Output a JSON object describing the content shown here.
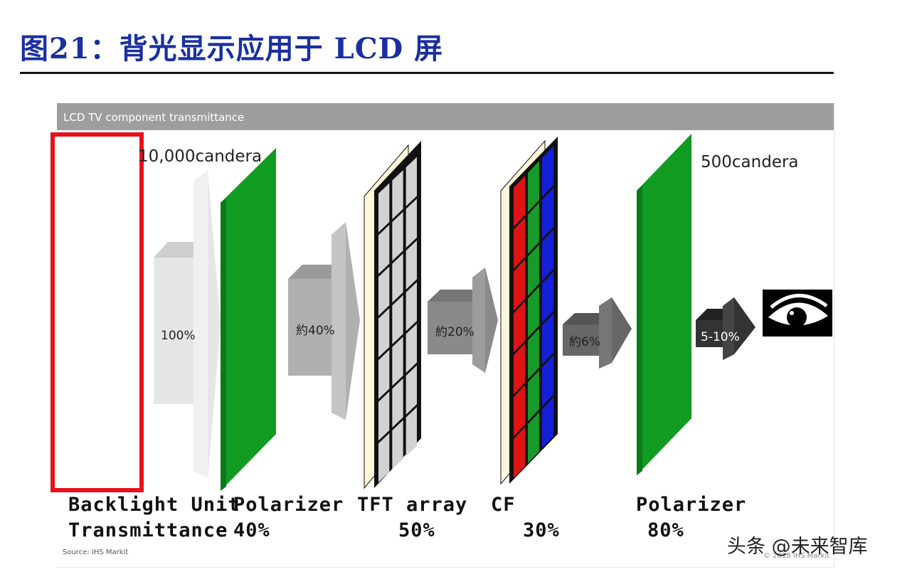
{
  "figure": {
    "title": "图21：背光显示应用于 LCD 屏",
    "panel_title": "LCD TV  component transmittance"
  },
  "candela": {
    "input": "10,000candera",
    "output": "500candera"
  },
  "arrows": [
    {
      "label": "100%",
      "color": "#dedede"
    },
    {
      "label": "約40%",
      "color": "#b3b3b3"
    },
    {
      "label": "約20%",
      "color": "#8a8a8a"
    },
    {
      "label": "約6%",
      "color": "#666666"
    },
    {
      "label": "5-10%",
      "color": "#333333"
    }
  ],
  "stages": {
    "backlight": {
      "name": "Backlight Unit",
      "row_label": "Transmittance"
    },
    "polarizer1": {
      "name": "Polarizer",
      "value": "40%"
    },
    "tft": {
      "name": "TFT array",
      "value": "50%"
    },
    "cf": {
      "name": "CF",
      "value": "30%"
    },
    "polarizer2": {
      "name": "Polarizer",
      "value": "80%"
    }
  },
  "colors": {
    "title": "#1a2fa0",
    "highlight_frame": "#e8101b",
    "polarizer": "#119b20",
    "cf_red": "#e01414",
    "cf_green": "#179a2a",
    "cf_blue": "#1420d8"
  },
  "icons": {
    "viewer": "eye-icon"
  },
  "source": "Source: IHS Markit",
  "copyright": "© 2018 IHS Markit",
  "watermark": "头条 @未来智库"
}
